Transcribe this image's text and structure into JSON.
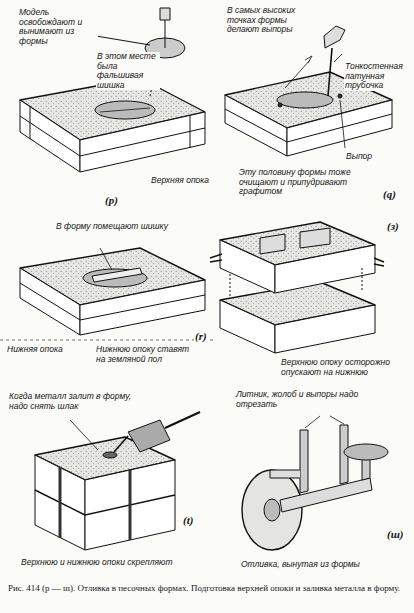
{
  "diagram": {
    "caption": "Рис. 414 (р — ш). Отливка в песочных формах. Подготовка верхней опоки и заливка металла в форму.",
    "labels": [
      "Модель освобождают и вынимают из формы",
      "В этом месте была фальшивая шишка",
      "Верхняя опока",
      "(р)",
      "В самых высоких точках формы делают выпоры",
      "Тонкостенная латунная трубочка",
      "Выпор",
      "Эту половину формы тоже очищают и припудривают графитом",
      "(q)",
      "В форму помещают шишку",
      "Нижнюю опоку ставят на земляной пол",
      "Нижняя опока",
      "(r)",
      "Верхнюю опоку осторожно опускают на нижнюю",
      "(з)",
      "Когда металл залит в форму, надо снять шлак",
      "Верхнюю и нижнюю опоки скрепляют",
      "(t)",
      "Литник, жолоб и выпоры надо отрезать",
      "Отливка, вынутая из формы",
      "(ш)"
    ]
  }
}
